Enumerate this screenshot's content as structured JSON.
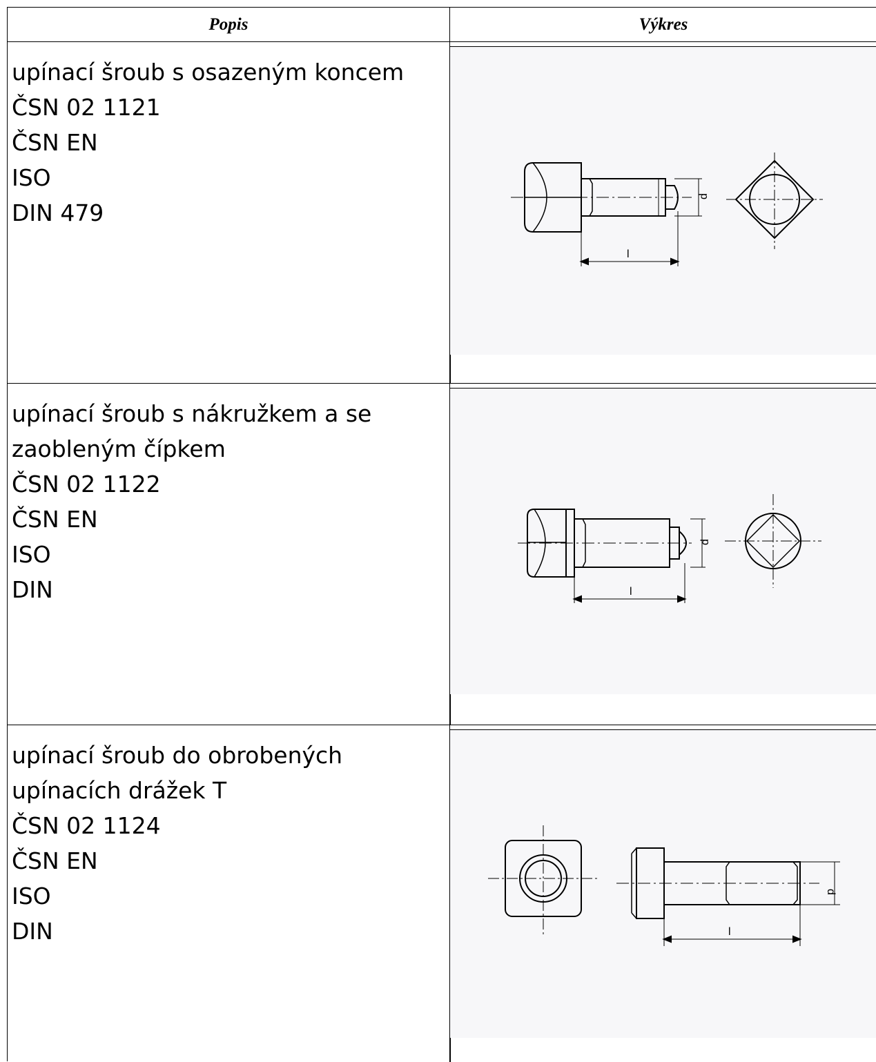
{
  "table": {
    "headers": {
      "description": "Popis",
      "drawing": "Výkres"
    },
    "rows": [
      {
        "lines": [
          "upínací šroub s osazeným koncem",
          "ČSN 02 1121",
          "ČSN EN",
          "ISO",
          "DIN 479"
        ],
        "drawing_icon": "shouldered-end-set-screw-drawing",
        "dimension_labels": {
          "length": "l",
          "diameter": "d"
        }
      },
      {
        "lines": [
          "upínací šroub s nákružkem a se",
          "zaobleným čípkem",
          "ČSN 02 1122",
          "ČSN EN",
          "ISO",
          "DIN"
        ],
        "drawing_icon": "collar-rounded-tip-set-screw-drawing",
        "dimension_labels": {
          "length": "l",
          "diameter": "d"
        }
      },
      {
        "lines": [
          "upínací šroub do obrobených",
          "upínacích drážek T",
          "ČSN 02 1124",
          "ČSN EN",
          "ISO",
          "DIN"
        ],
        "drawing_icon": "t-slot-clamping-screw-drawing",
        "dimension_labels": {
          "length": "l",
          "diameter": "d"
        }
      }
    ]
  }
}
